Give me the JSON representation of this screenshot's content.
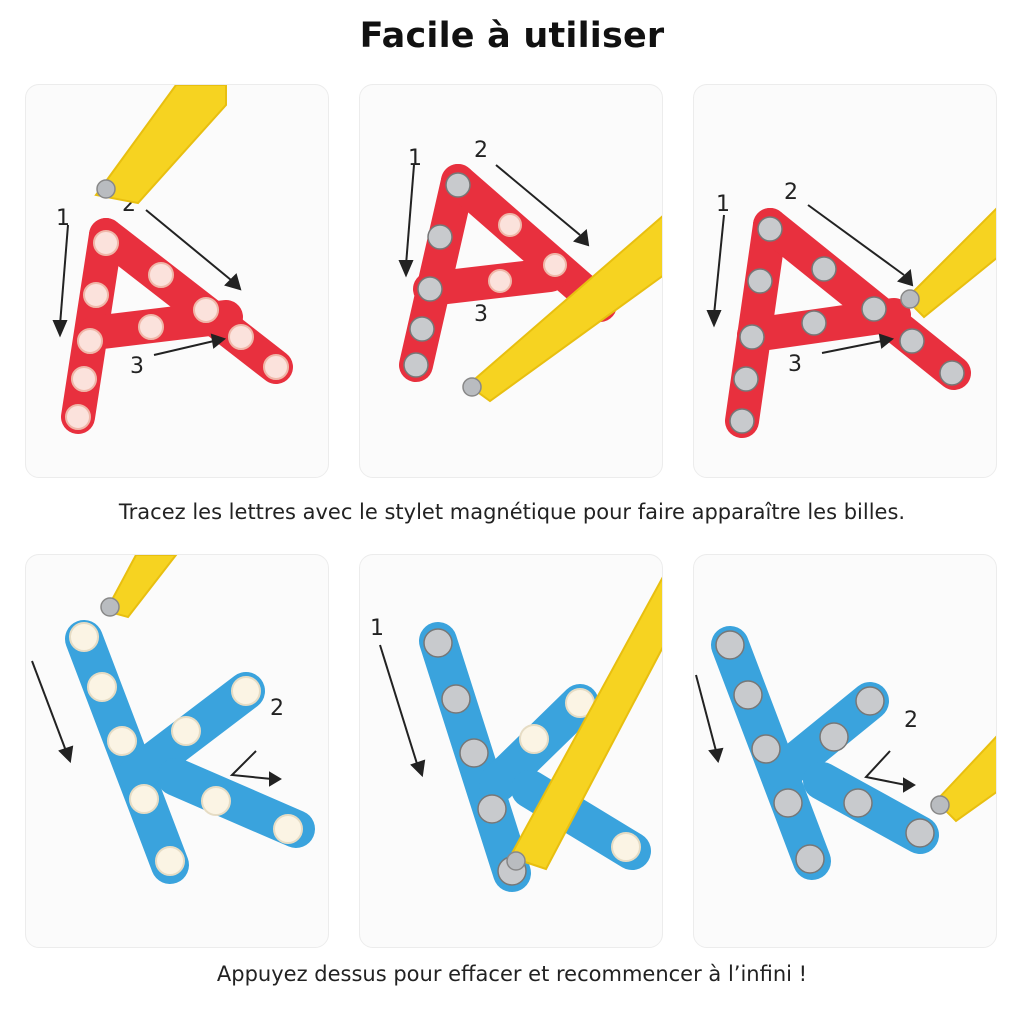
{
  "title": "Facile à utiliser",
  "caption_top": "Tracez les lettres avec le stylet magnétique pour faire apparaître les billes.",
  "caption_bottom": "Appuyez dessus pour effacer et recommencer à l’infini !",
  "colors": {
    "letter_a": "#e8303e",
    "letter_k": "#3aa3dd",
    "stylus": "#f6d321",
    "bead": "#b9bcc0"
  }
}
